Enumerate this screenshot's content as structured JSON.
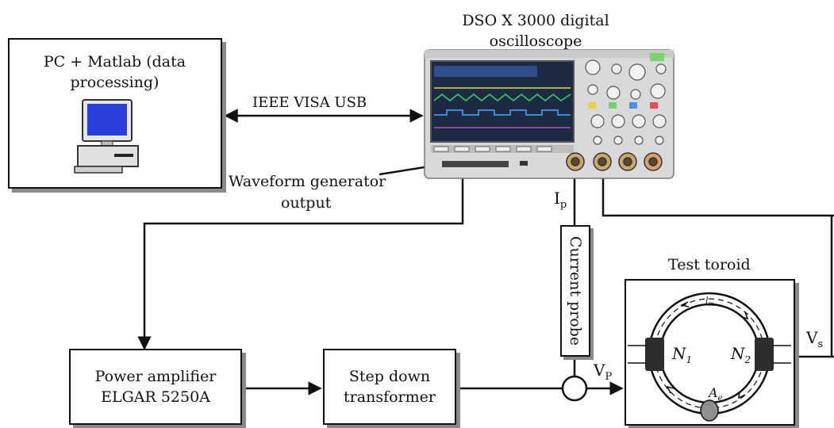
{
  "pc": {
    "title_line1": "PC + Matlab (data",
    "title_line2": "processing)",
    "icon": "computer-icon"
  },
  "link": {
    "label": "IEEE VISA USB"
  },
  "scope": {
    "title_line1": "DSO X 3000 digital",
    "title_line2": "oscilloscope",
    "icon": "oscilloscope-icon"
  },
  "wavegen": {
    "label_line1": "Waveform generator",
    "label_line2": "output"
  },
  "amplifier": {
    "line1": "Power amplifier",
    "line2": "ELGAR 5250A"
  },
  "transformer": {
    "line1": "Step down",
    "line2": "transformer"
  },
  "probe": {
    "label": "Current probe",
    "signal_main": "I",
    "signal_sub": "p"
  },
  "vp": {
    "main": "V",
    "sub": "P"
  },
  "vs": {
    "main": "V",
    "sub": "s"
  },
  "toroid": {
    "title": "Test toroid",
    "n1_main": "N",
    "n1_sub": "1",
    "n2_main": "N",
    "n2_sub": "2",
    "ae_main": "A",
    "ae_sub": "e",
    "lm_main": "l",
    "lm_sub": "m"
  },
  "colors": {
    "line": "#111111",
    "shadow": "#8a8a8a",
    "screen": "#1d2a44",
    "scope_body": "#d9d9d9",
    "monitor_blue": "#2a3fd8"
  }
}
